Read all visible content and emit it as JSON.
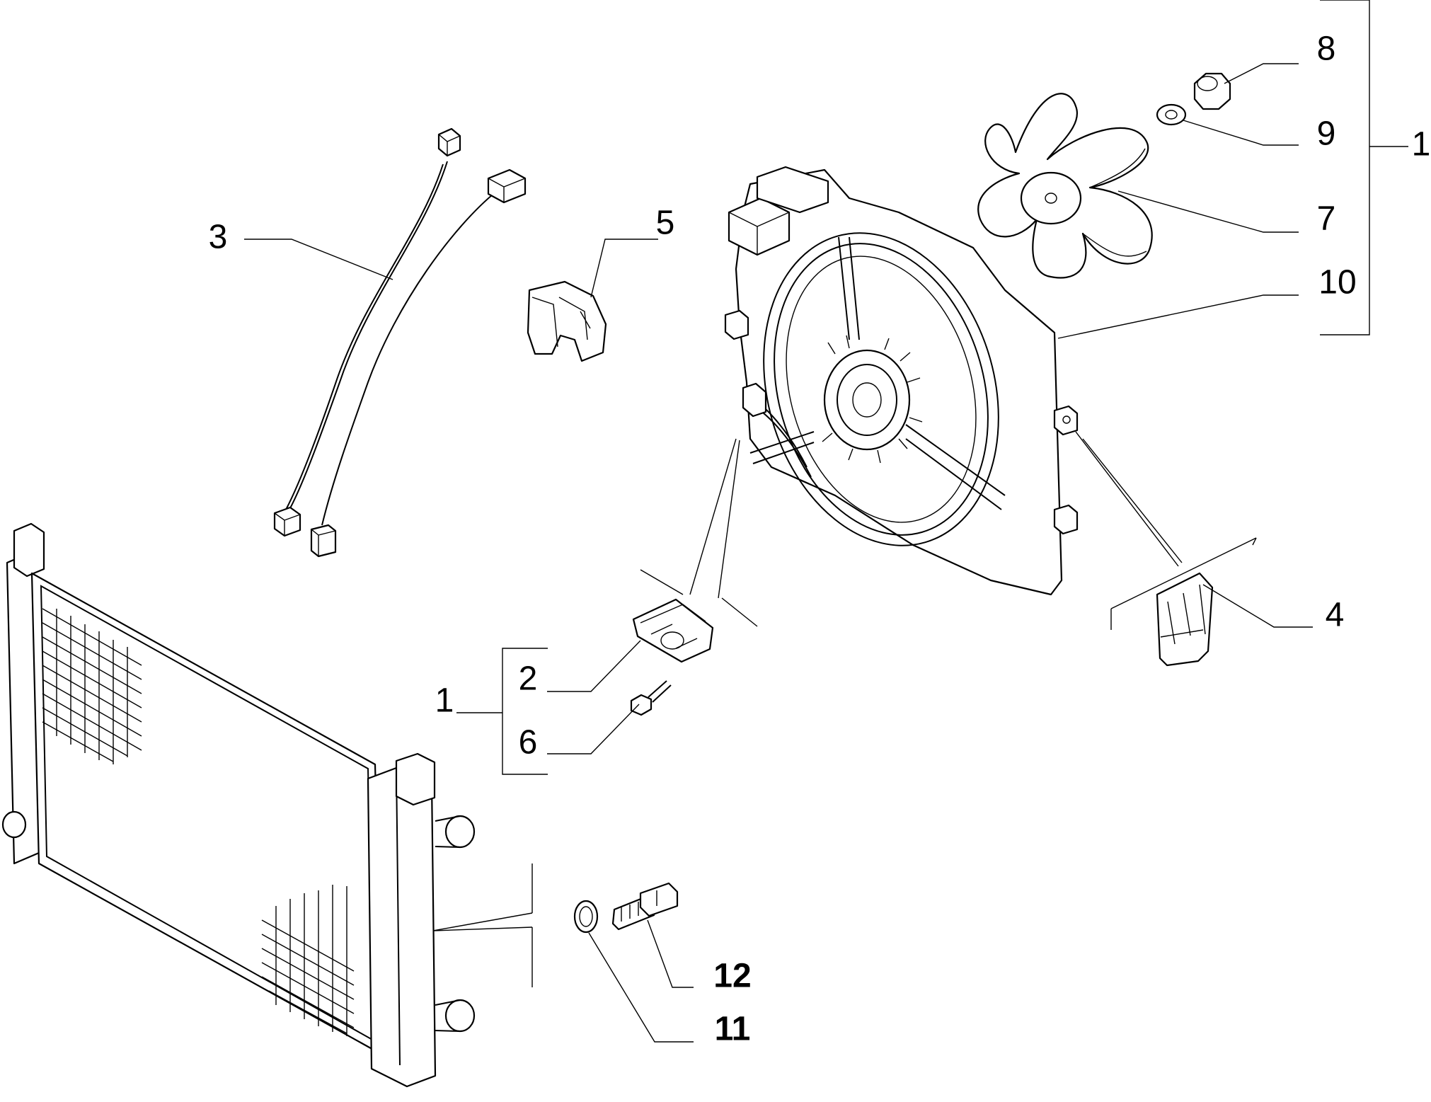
{
  "callouts": {
    "c1_top": "1",
    "c1_bottom": "1",
    "c2": "2",
    "c3": "3",
    "c4": "4",
    "c5": "5",
    "c6": "6",
    "c7": "7",
    "c8": "8",
    "c9": "9",
    "c10": "10",
    "c11": "11",
    "c12": "12"
  }
}
